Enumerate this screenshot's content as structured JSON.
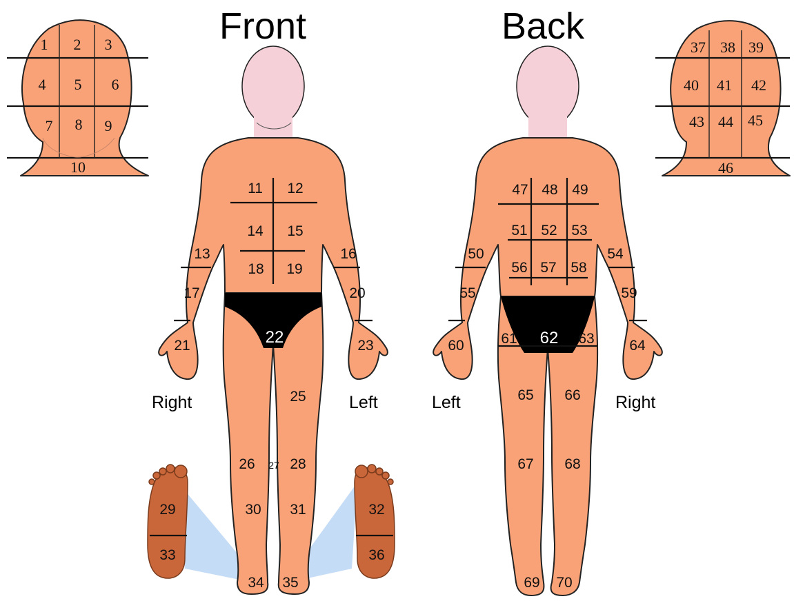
{
  "titles": {
    "front": "Front",
    "back": "Back"
  },
  "side_labels": {
    "front_right": "Right",
    "front_left": "Left",
    "back_left": "Left",
    "back_right": "Right"
  },
  "regions": {
    "r1": "1",
    "r2": "2",
    "r3": "3",
    "r4": "4",
    "r5": "5",
    "r6": "6",
    "r7": "7",
    "r8": "8",
    "r9": "9",
    "r10": "10",
    "r11": "11",
    "r12": "12",
    "r13": "13",
    "r14": "14",
    "r15": "15",
    "r16": "16",
    "r17": "17",
    "r18": "18",
    "r19": "19",
    "r20": "20",
    "r21": "21",
    "r22": "22",
    "r23": "23",
    "r25": "25",
    "r26": "26",
    "r27": "27",
    "r28": "28",
    "r29": "29",
    "r30": "30",
    "r31": "31",
    "r32": "32",
    "r33": "33",
    "r34": "34",
    "r35": "35",
    "r36": "36",
    "r37": "37",
    "r38": "38",
    "r39": "39",
    "r40": "40",
    "r41": "41",
    "r42": "42",
    "r43": "43",
    "r44": "44",
    "r45": "45",
    "r46": "46",
    "r47": "47",
    "r48": "48",
    "r49": "49",
    "r50": "50",
    "r51": "51",
    "r52": "52",
    "r53": "53",
    "r54": "54",
    "r55": "55",
    "r56": "56",
    "r57": "57",
    "r58": "58",
    "r59": "59",
    "r60": "60",
    "r61": "61",
    "r62": "62",
    "r63": "63",
    "r64": "64",
    "r65": "65",
    "r66": "66",
    "r67": "67",
    "r68": "68",
    "r69": "69",
    "r70": "70"
  },
  "colors": {
    "skin": "#F9A277",
    "face": "#F5D0D8",
    "underwear": "#000000",
    "sole": "#C9673B",
    "projection": "#BFD8F5"
  }
}
